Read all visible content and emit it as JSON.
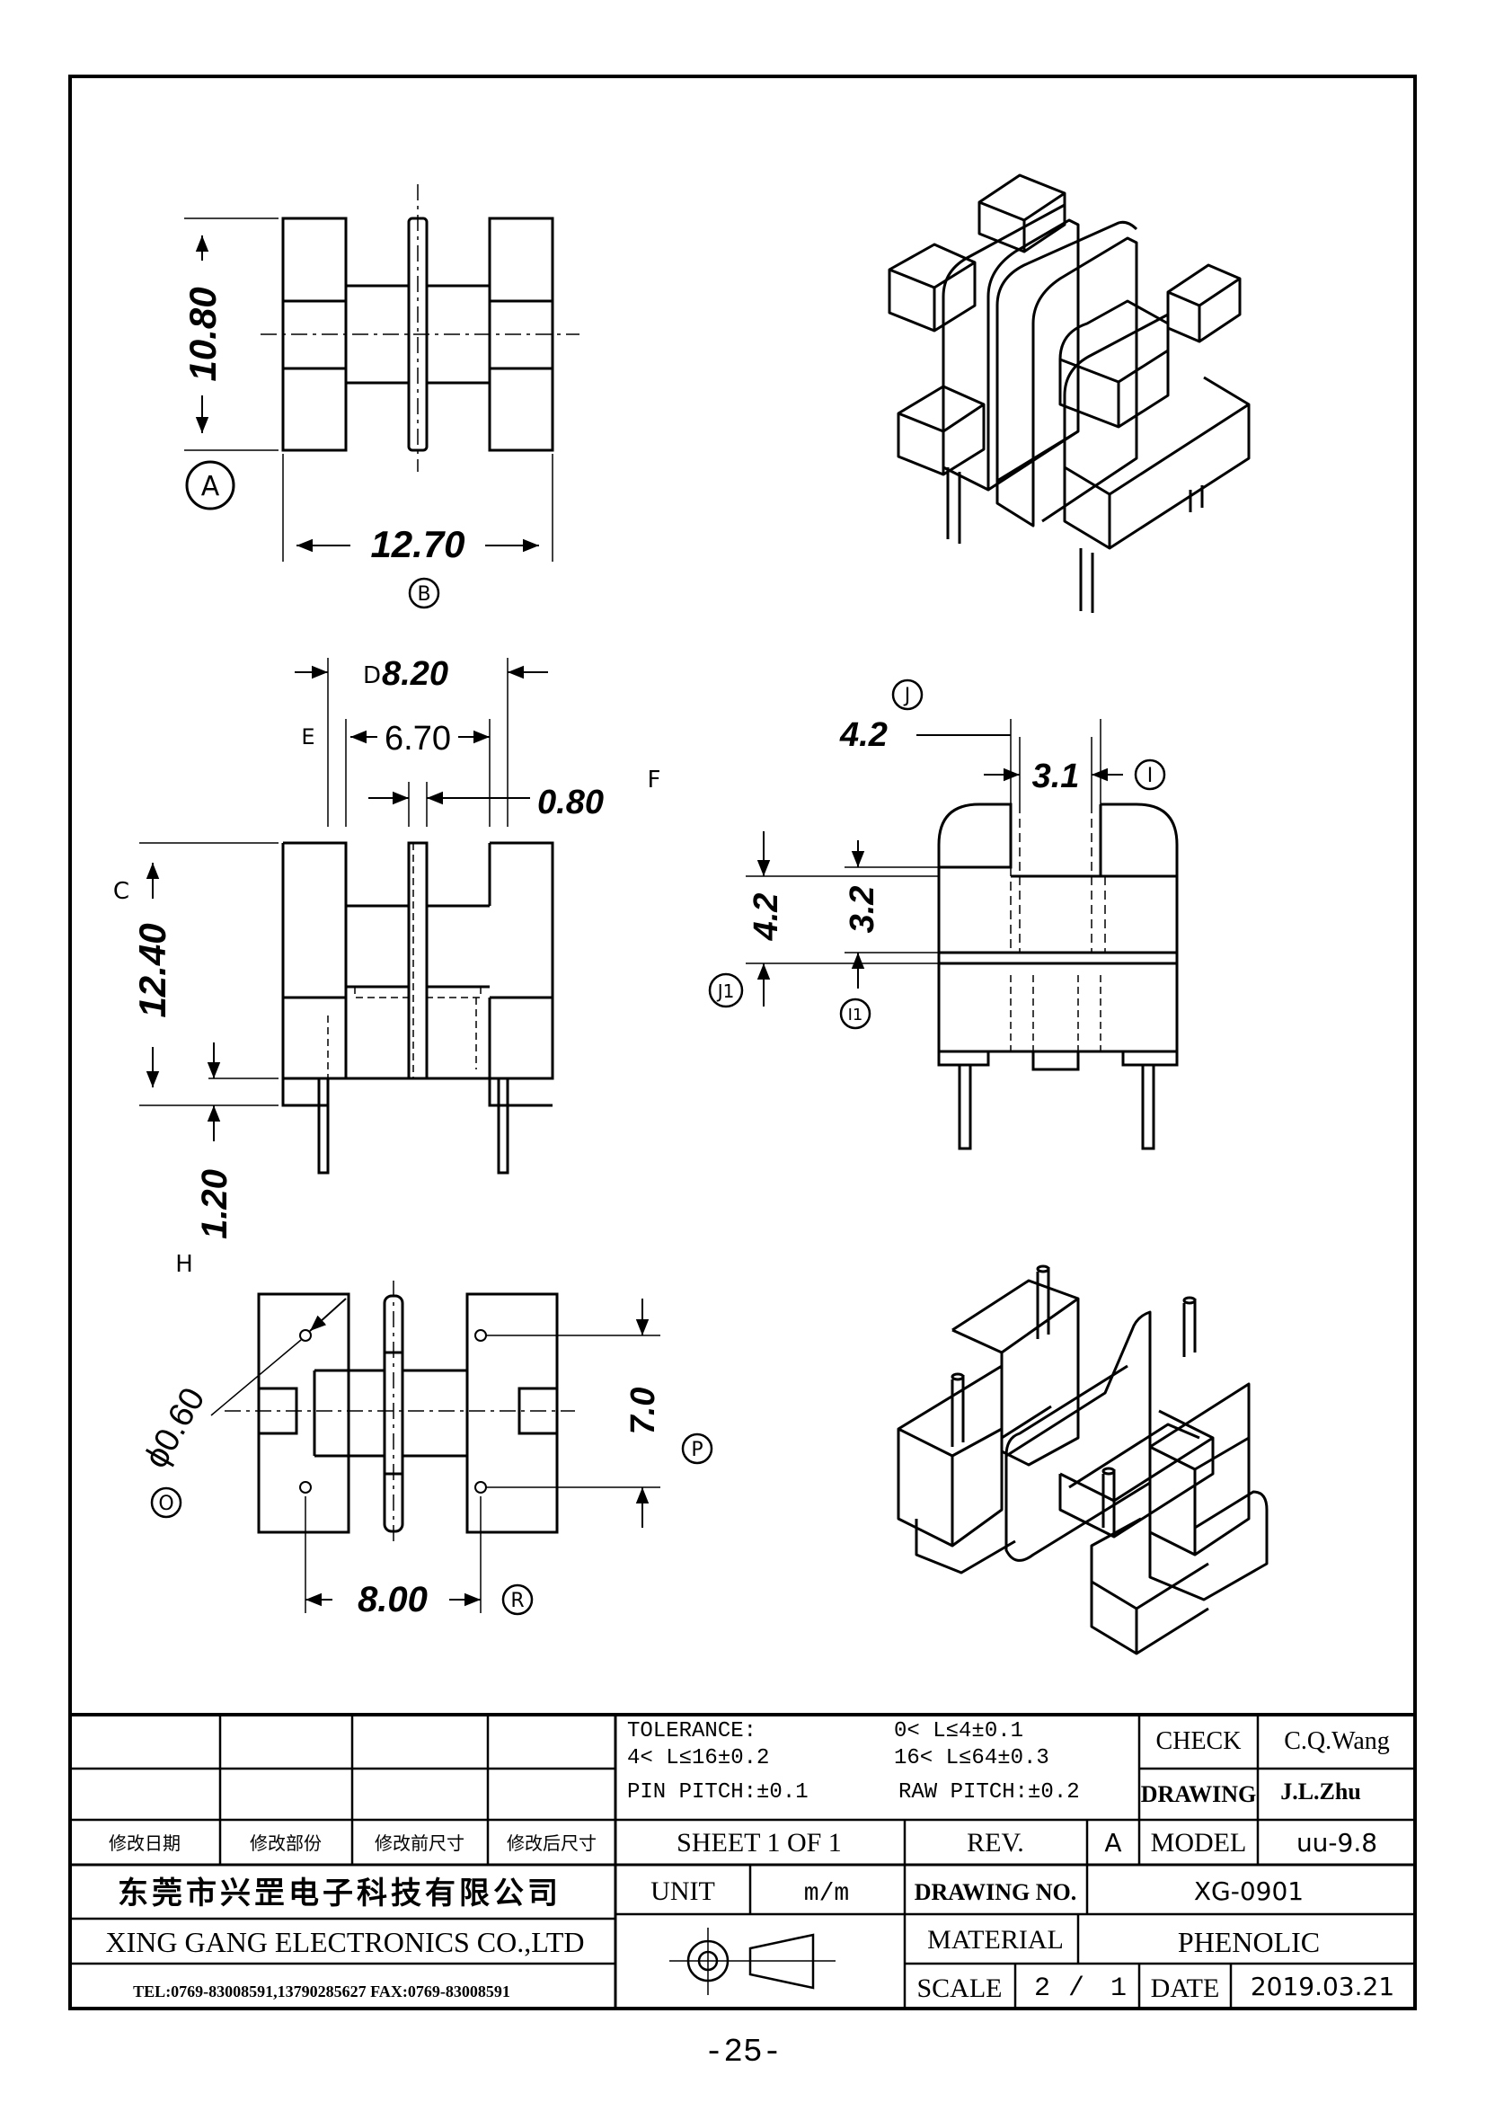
{
  "dimensions": {
    "view_top": {
      "height": "10.80",
      "width": "12.70",
      "label_height": "A",
      "label_width": "B"
    },
    "view_front": {
      "overall_width": "8.20",
      "overall_width_label": "D",
      "inner_width": "6.70",
      "inner_width_label": "E",
      "flange": "0.80",
      "flange_label": "F",
      "height": "12.40",
      "height_label": "C",
      "pin_stub": "1.20",
      "pin_stub_label": "H"
    },
    "view_side": {
      "top_width": "4.2",
      "top_width_label": "J",
      "slot": "3.1",
      "slot_label": "I",
      "height_outer": "4.2",
      "height_outer_label": "J1",
      "height_inner": "3.2",
      "height_inner_label": "I1"
    },
    "view_bottom": {
      "hole_dia": "ϕ0.60",
      "hole_dia_label": "O",
      "pin_pitch_v": "7.0",
      "pin_pitch_v_label": "P",
      "pin_pitch_h": "8.00",
      "pin_pitch_h_label": "R"
    }
  },
  "title_block": {
    "revision_headers": [
      "修改日期",
      "修改部份",
      "修改前尺寸",
      "修改后尺寸"
    ],
    "tolerance": {
      "heading": "TOLERANCE:",
      "r1": "0< L≤4±0.1",
      "r2": "4< L≤16±0.2",
      "r3": "16< L≤64±0.3",
      "r4": "PIN PITCH:±0.1",
      "r5": "RAW PITCH:±0.2"
    },
    "check_label": "CHECK",
    "check_value": "C.Q.Wang",
    "drawing_label": "DRAWING",
    "drawing_value": "J.L.Zhu",
    "sheet": "SHEET 1 OF 1",
    "rev_label": "REV.",
    "rev_value": "A",
    "model_label": "MODEL",
    "model_value": "uu-9.8",
    "company_cn": "东莞市兴罡电子科技有限公司",
    "company_en": "XING GANG ELECTRONICS CO.,LTD",
    "contact": "TEL:0769-83008591,13790285627 FAX:0769-83008591",
    "unit_label": "UNIT",
    "unit_value": "m/m",
    "drawing_no_label": "DRAWING NO.",
    "drawing_no_value": "XG-0901",
    "material_label": "MATERIAL",
    "material_value": "PHENOLIC",
    "scale_label": "SCALE",
    "scale_a": "2",
    "scale_sep": "/",
    "scale_b": "1",
    "date_label": "DATE",
    "date_value": "2019.03.21"
  },
  "page_number": "-25-"
}
